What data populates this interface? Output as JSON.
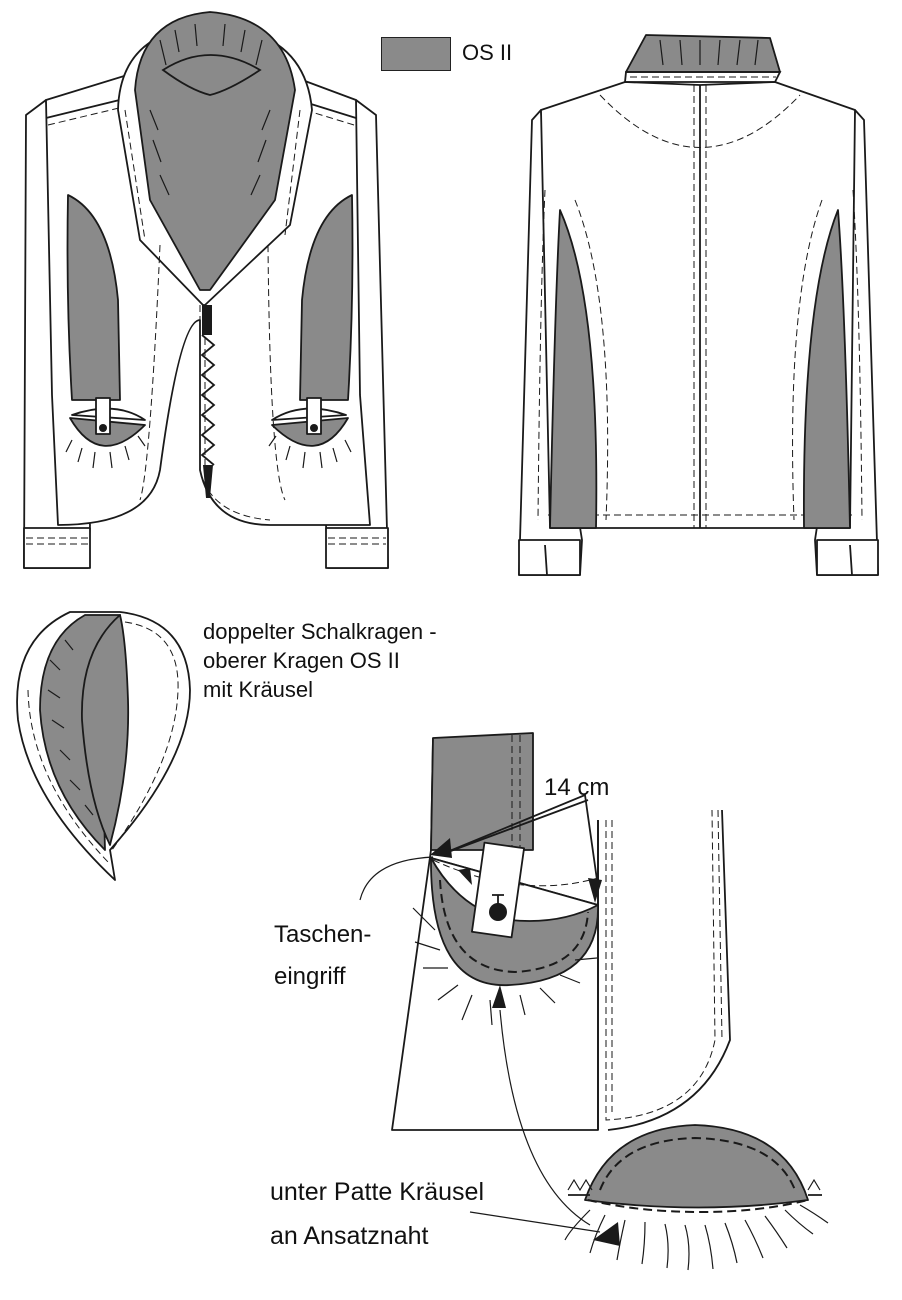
{
  "legend": {
    "fabric_label": "OS II",
    "fabric_color": "#8a8a8a"
  },
  "annotations": {
    "collar_note_line1": "doppelter Schalkragen -",
    "collar_note_line2": "oberer Kragen OS II",
    "collar_note_line3": "mit Kräusel",
    "measurement": "14 cm",
    "pocket_line1": "Taschen-",
    "pocket_line2": "eingriff",
    "ruffle_line1": "unter Patte Kräusel",
    "ruffle_line2": "an Ansatznaht"
  },
  "colors": {
    "line": "#1a1a1a",
    "fabric_gray": "#8a8a8a",
    "background": "#ffffff"
  }
}
